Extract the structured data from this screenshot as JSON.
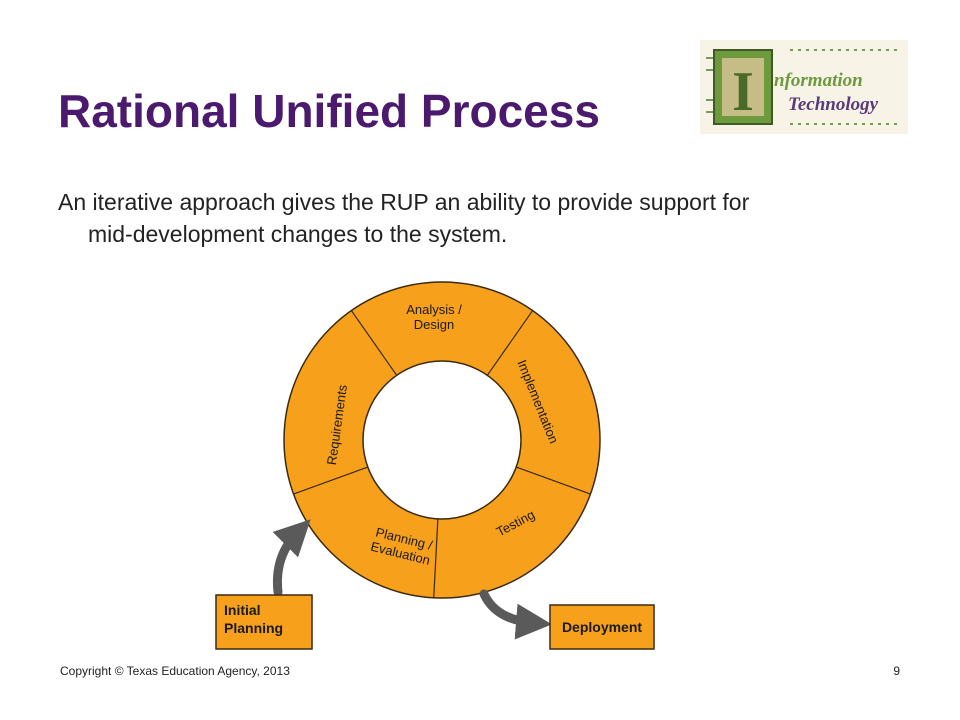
{
  "slide": {
    "title": "Rational Unified Process",
    "body_line1": "An iterative approach gives the RUP an ability to provide support for",
    "body_line2": "mid-development changes to the system.",
    "footer_copyright": "Copyright © Texas Education Agency, 2013",
    "page_number": "9"
  },
  "logo": {
    "letter": "I",
    "word1": "nformation",
    "word2": "Technology"
  },
  "diagram": {
    "segments": [
      {
        "key": "analysis",
        "lines": [
          "Analysis /",
          "Design"
        ]
      },
      {
        "key": "implementation",
        "lines": [
          "Implementation"
        ]
      },
      {
        "key": "testing",
        "lines": [
          "Testing"
        ]
      },
      {
        "key": "planning",
        "lines": [
          "Planning /",
          "Evaluation"
        ]
      },
      {
        "key": "requirements",
        "lines": [
          "Requirements"
        ]
      }
    ],
    "initial_box": [
      "Initial",
      "Planning"
    ],
    "deployment_box": "Deployment"
  },
  "colors": {
    "title": "#4b1a6e",
    "ring_fill": "#f6a01c",
    "ring_stroke": "#3a2a10",
    "arrow": "#5a5a5a"
  }
}
